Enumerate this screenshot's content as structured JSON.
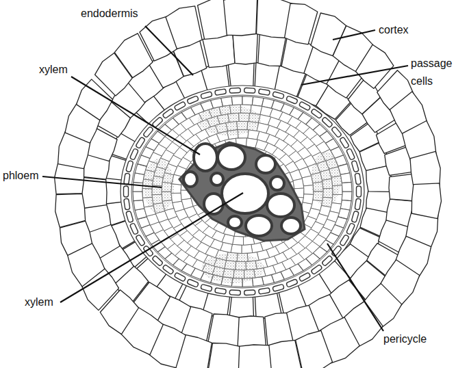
{
  "diagram": {
    "labels": [
      "endodermis",
      "cortex",
      "xylem",
      "passage cells",
      "phloem",
      "xylem",
      "pericycle"
    ]
  }
}
